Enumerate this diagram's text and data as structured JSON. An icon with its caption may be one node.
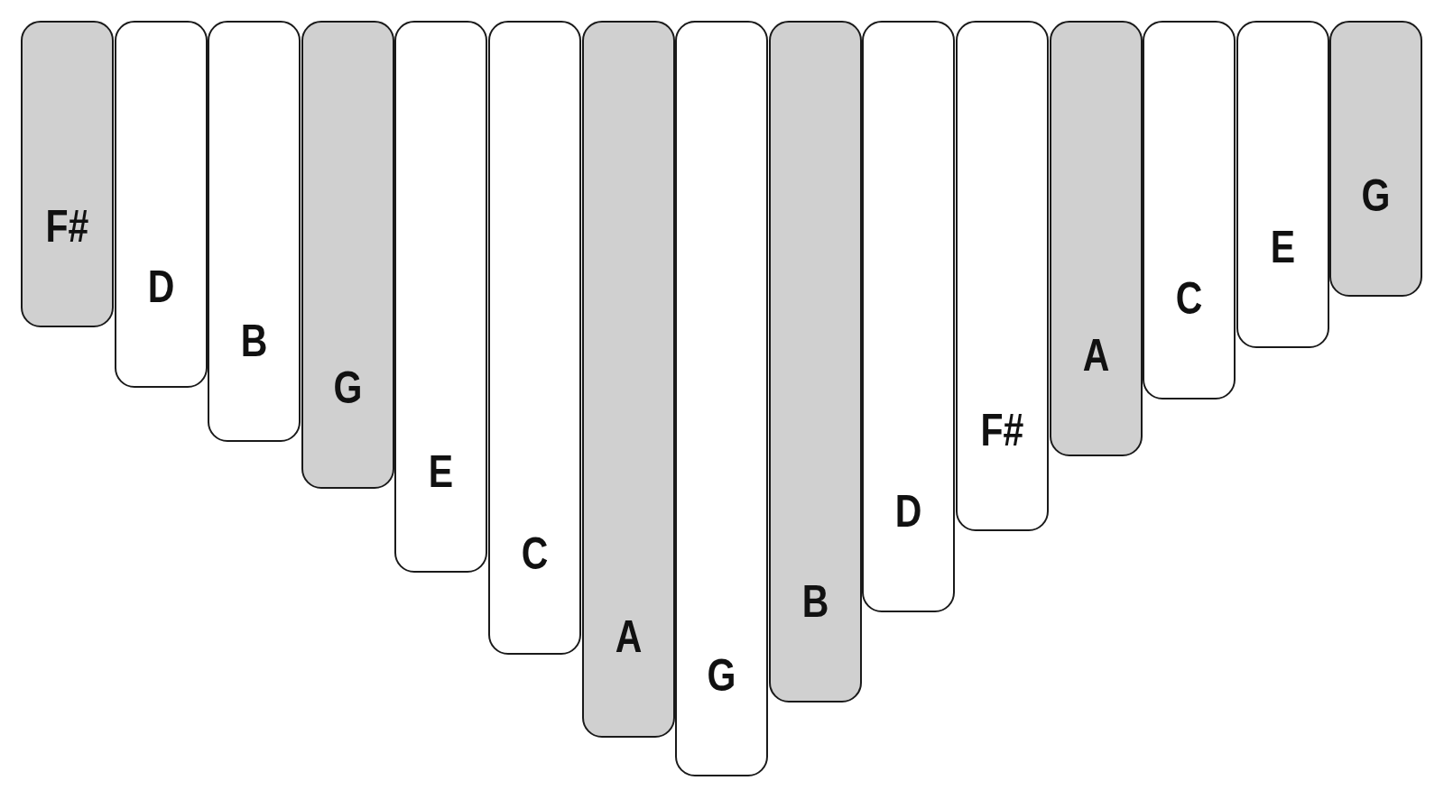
{
  "diagram": {
    "nodes": [
      {
        "text": [
          "F#"
        ]
      },
      {
        "text": [
          "D"
        ]
      },
      {
        "text": [
          "B"
        ]
      },
      {
        "text": [
          "G"
        ]
      },
      {
        "text": [
          "E"
        ]
      },
      {
        "text": [
          "C"
        ]
      },
      {
        "text": [
          "A"
        ]
      },
      {
        "text": [
          "G"
        ]
      },
      {
        "text": [
          "B"
        ]
      },
      {
        "text": [
          "D"
        ]
      },
      {
        "text": [
          "F#"
        ]
      },
      {
        "text": [
          "A"
        ]
      },
      {
        "text": [
          "C"
        ]
      },
      {
        "text": [
          "E"
        ]
      },
      {
        "text": [
          "G"
        ]
      }
    ]
  }
}
